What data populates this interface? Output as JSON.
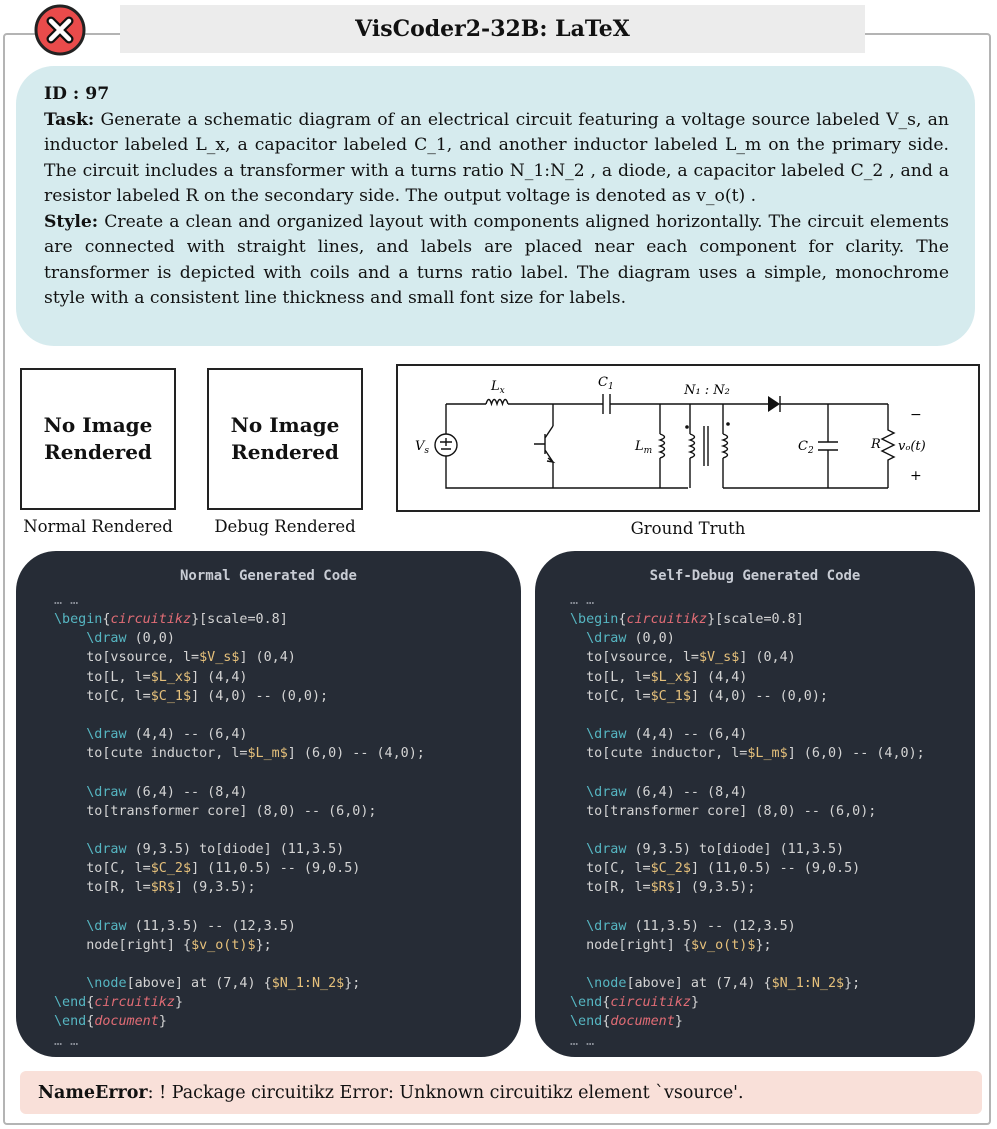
{
  "header": {
    "title": "VisCoder2-32B: LaTeX",
    "status_icon": "error-x-icon",
    "status_color": "#e94b4b"
  },
  "task": {
    "id_label": "ID : 97",
    "task_label": "Task:",
    "task_text": "Generate a schematic diagram of an electrical circuit featuring a voltage source labeled V_s, an inductor labeled L_x, a capacitor labeled C_1, and another inductor labeled L_m on the primary side. The circuit includes a transformer with a turns ratio N_1:N_2 , a diode, a capacitor labeled C_2 , and a resistor labeled R  on the secondary side. The output voltage is denoted as v_o(t) .",
    "style_label": "Style:",
    "style_text": "Create a clean and organized layout with components aligned horizontally. The circuit elements are connected with straight lines, and labels are placed near each component for clarity. The transformer is depicted with coils and a turns ratio label. The diagram uses a simple, monochrome style with a consistent line thickness and small font size for labels."
  },
  "renders": {
    "normal": {
      "placeholder": "No Image Rendered",
      "caption": "Normal Rendered"
    },
    "debug": {
      "placeholder": "No Image Rendered",
      "caption": "Debug Rendered"
    },
    "ground_truth": {
      "caption": "Ground Truth",
      "labels": {
        "lx": "L",
        "lx_sub": "x",
        "c1": "C",
        "c1_sub": "1",
        "ratio": "N₁ : N₂",
        "vs": "V",
        "vs_sub": "s",
        "lm": "L",
        "lm_sub": "m",
        "c2": "C",
        "c2_sub": "2",
        "r": "R",
        "vo": "vₒ(t)",
        "minus": "−",
        "plus": "+"
      }
    }
  },
  "code_panels": {
    "normal": {
      "title": "Normal Generated Code",
      "lines": [
        "… …",
        "\\begin{circuitikz}[scale=0.8]",
        "    \\draw (0,0)",
        "    to[vsource, l=$V_s$] (0,4)",
        "    to[L, l=$L_x$] (4,4)",
        "    to[C, l=$C_1$] (4,0) -- (0,0);",
        "",
        "    \\draw (4,4) -- (6,4)",
        "    to[cute inductor, l=$L_m$] (6,0) -- (4,0);",
        "",
        "    \\draw (6,4) -- (8,4)",
        "    to[transformer core] (8,0) -- (6,0);",
        "",
        "    \\draw (9,3.5) to[diode] (11,3.5)",
        "    to[C, l=$C_2$] (11,0.5) -- (9,0.5)",
        "    to[R, l=$R$] (9,3.5);",
        "",
        "    \\draw (11,3.5) -- (12,3.5)",
        "    node[right] {$v_o(t)$};",
        "",
        "    \\node[above] at (7,4) {$N_1:N_2$};",
        "\\end{circuitikz}",
        "\\end{document}",
        "… …"
      ]
    },
    "debug": {
      "title": "Self-Debug Generated Code",
      "lines": [
        "… …",
        "\\begin{circuitikz}[scale=0.8]",
        "  \\draw (0,0)",
        "  to[vsource, l=$V_s$] (0,4)",
        "  to[L, l=$L_x$] (4,4)",
        "  to[C, l=$C_1$] (4,0) -- (0,0);",
        "",
        "  \\draw (4,4) -- (6,4)",
        "  to[cute inductor, l=$L_m$] (6,0) -- (4,0);",
        "",
        "  \\draw (6,4) -- (8,4)",
        "  to[transformer core] (8,0) -- (6,0);",
        "",
        "  \\draw (9,3.5) to[diode] (11,3.5)",
        "  to[C, l=$C_2$] (11,0.5) -- (9,0.5)",
        "  to[R, l=$R$] (9,3.5);",
        "",
        "  \\draw (11,3.5) -- (12,3.5)",
        "  node[right] {$v_o(t)$};",
        "",
        "  \\node[above] at (7,4) {$N_1:N_2$};",
        "\\end{circuitikz}",
        "\\end{document}",
        "… …"
      ]
    }
  },
  "error": {
    "type": "NameError",
    "message": ": ! Package circuitikz Error: Unknown circuitikz element `vsource'."
  }
}
